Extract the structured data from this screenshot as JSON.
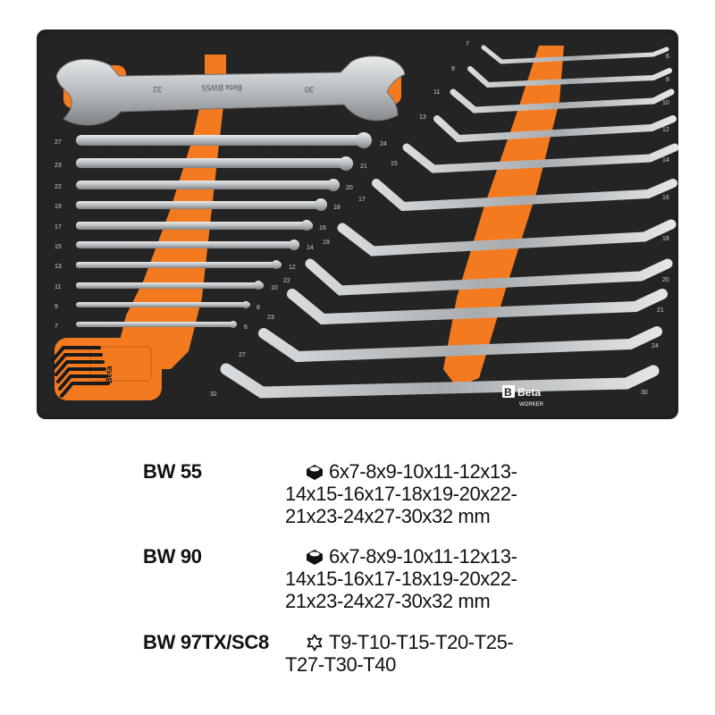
{
  "tray": {
    "colors": {
      "foam": "#202020",
      "foam_edge": "#2a2a2a",
      "accent": "#f47a20",
      "steel": "#cfd2d4",
      "steel_dark": "#8e9295"
    },
    "open_end_wrench": {
      "stamp": "Beta BW55",
      "size_left": "32",
      "size_right": "30"
    },
    "combination_labels_left": [
      "27",
      "23",
      "22",
      "19",
      "17",
      "15",
      "13",
      "11",
      "9",
      "7"
    ],
    "combination_labels_right": [
      "24",
      "21",
      "20",
      "18",
      "16",
      "14",
      "12",
      "10",
      "8",
      "6"
    ],
    "offset_labels_left": [
      "7",
      "9",
      "11",
      "13",
      "15",
      "17",
      "19",
      "22",
      "23",
      "27",
      "32"
    ],
    "offset_labels_right": [
      "6",
      "8",
      "10",
      "12",
      "14",
      "16",
      "18",
      "20",
      "21",
      "24",
      "30"
    ],
    "hex_key_set": {
      "brand": "Beta"
    },
    "logo": {
      "brand": "Beta",
      "sub": "WORKER"
    }
  },
  "specs": [
    {
      "code": "BW 55",
      "icon": "hexagon-icon",
      "lines": [
        "6x7-8x9-10x11-12x13-",
        "14x15-16x17-18x19-20x22-",
        "21x23-24x27-30x32 mm"
      ]
    },
    {
      "code": "BW 90",
      "icon": "hexagon-icon",
      "lines": [
        "6x7-8x9-10x11-12x13-",
        "14x15-16x17-18x19-20x22-",
        "21x23-24x27-30x32 mm"
      ]
    },
    {
      "code": "BW 97TX/SC8",
      "icon": "torx-icon",
      "lines": [
        "T9-T10-T15-T20-T25-",
        "T27-T30-T40"
      ]
    }
  ]
}
